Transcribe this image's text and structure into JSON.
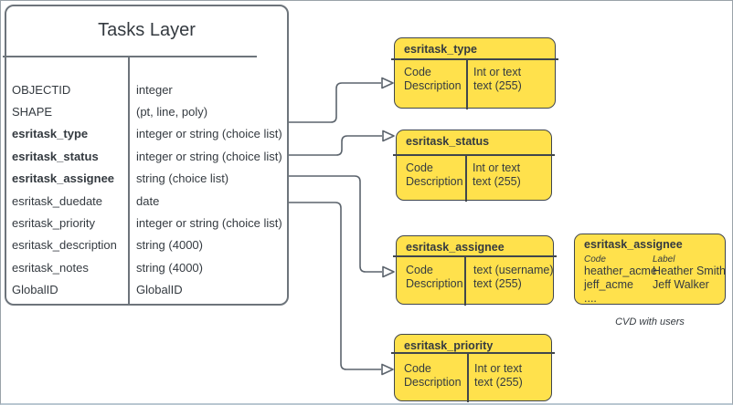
{
  "tasks_layer": {
    "title": "Tasks Layer",
    "fields": [
      {
        "name": "OBJECTID",
        "type": "integer"
      },
      {
        "name": "SHAPE",
        "type": "(pt, line, poly)"
      },
      {
        "name": "esritask_type",
        "type": "integer or string (choice list)"
      },
      {
        "name": "esritask_status",
        "type": "integer or string (choice list)"
      },
      {
        "name": "esritask_assignee",
        "type": "string (choice list)"
      },
      {
        "name": "esritask_duedate",
        "type": "date"
      },
      {
        "name": "esritask_priority",
        "type": "integer or string (choice list)"
      },
      {
        "name": "esritask_description",
        "type": "string (4000)"
      },
      {
        "name": "esritask_notes",
        "type": "string (4000)"
      },
      {
        "name": "GlobalID",
        "type": "GlobalID"
      }
    ]
  },
  "choice_boxes": [
    {
      "title": "esritask_type",
      "left": [
        "Code",
        "Description"
      ],
      "right": [
        "Int or text",
        "text (255)"
      ]
    },
    {
      "title": "esritask_status",
      "left": [
        "Code",
        "Description"
      ],
      "right": [
        "Int or text",
        "text (255)"
      ]
    },
    {
      "title": "esritask_assignee",
      "left": [
        "Code",
        "Description"
      ],
      "right": [
        "text (username)",
        "text (255)"
      ]
    },
    {
      "title": "esritask_priority",
      "left": [
        "Code",
        "Description"
      ],
      "right": [
        "Int or text",
        "text (255)"
      ]
    }
  ],
  "cvd_box": {
    "title": "esritask_assignee",
    "columns": [
      "Code",
      "Label"
    ],
    "codes": [
      "heather_acme",
      "jeff_acme",
      "...."
    ],
    "labels": [
      "Heather Smith",
      "Jeff Walker"
    ],
    "caption": "CVD with users"
  },
  "colors": {
    "box_fill": "#FFE14C",
    "box_stroke": "#40464C",
    "connector": "#5C646D",
    "table_stroke": "#6D747B",
    "text": "#343A40",
    "frame_border": "#9AA2A9"
  }
}
